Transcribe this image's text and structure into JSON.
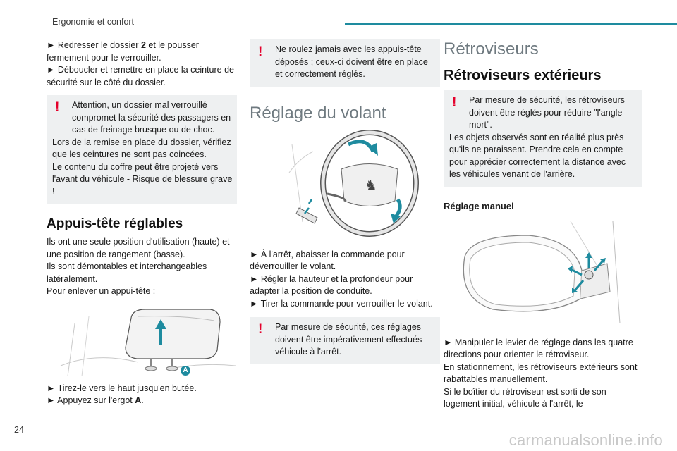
{
  "header": {
    "section_title": "Ergonomie et confort",
    "accent_color": "#1e8b9f"
  },
  "page_number": "24",
  "watermark": "carmanualsonline.info",
  "col1": {
    "intro_lines": [
      {
        "prefix": "► Redresser le dossier ",
        "bold": "2",
        "suffix": " et le pousser fermement pour le verrouiller."
      },
      {
        "text": "► Déboucler et remettre en place la ceinture de sécurité sur le côté du dossier."
      }
    ],
    "warning": {
      "first": "Attention, un dossier mal verrouillé compromet la sécurité des passagers en cas de freinage brusque ou de choc.",
      "lines": [
        "Lors de la remise en place du dossier, vérifiez que les ceintures ne sont pas coincées.",
        "Le contenu du coffre peut être projeté vers l'avant du véhicule - Risque de blessure grave !"
      ]
    },
    "heading": "Appuis-tête réglables",
    "body_lines": [
      "Ils ont une seule position d'utilisation (haute) et une position de rangement (basse).",
      "Ils sont démontables et interchangeables latéralement.",
      "Pour enlever un appui-tête :"
    ],
    "figure_label": "A",
    "steps": [
      {
        "text": "► Tirez-le vers le haut jusqu'en butée."
      },
      {
        "prefix": "► Appuyez sur l'ergot ",
        "bold": "A",
        "suffix": "."
      }
    ]
  },
  "col2": {
    "warning_top": {
      "first": "Ne roulez jamais avec les appuis-tête déposés ; ceux-ci doivent être en place et correctement réglés."
    },
    "heading": "Réglage du volant",
    "steps": [
      "► À l'arrêt, abaisser la commande pour déverrouiller le volant.",
      "► Régler la hauteur et la profondeur pour adapter la position de conduite.",
      "► Tirer la commande pour verrouiller le volant."
    ],
    "warning_bottom": {
      "first": "Par mesure de sécurité, ces réglages doivent être impérativement effectués véhicule à l'arrêt."
    }
  },
  "col3": {
    "heading": "Rétroviseurs",
    "subheading": "Rétroviseurs extérieurs",
    "warning": {
      "first": "Par mesure de sécurité, les rétroviseurs doivent être réglés pour réduire \"l'angle mort\".",
      "lines": [
        "Les objets observés sont en réalité plus près qu'ils ne paraissent. Prendre cela en compte pour apprécier correctement la distance avec les véhicules venant de l'arrière."
      ]
    },
    "subsection": "Réglage manuel",
    "body_lines": [
      "► Manipuler le levier de réglage dans les quatre directions pour orienter le rétroviseur.",
      "En stationnement, les rétroviseurs extérieurs sont rabattables manuellement.",
      "Si le boîtier du rétroviseur est sorti de son logement initial, véhicule à l'arrêt, le"
    ]
  },
  "warning_mark": "!",
  "warning_color": "#e4002b",
  "arrow_color": "#1e8b9f"
}
